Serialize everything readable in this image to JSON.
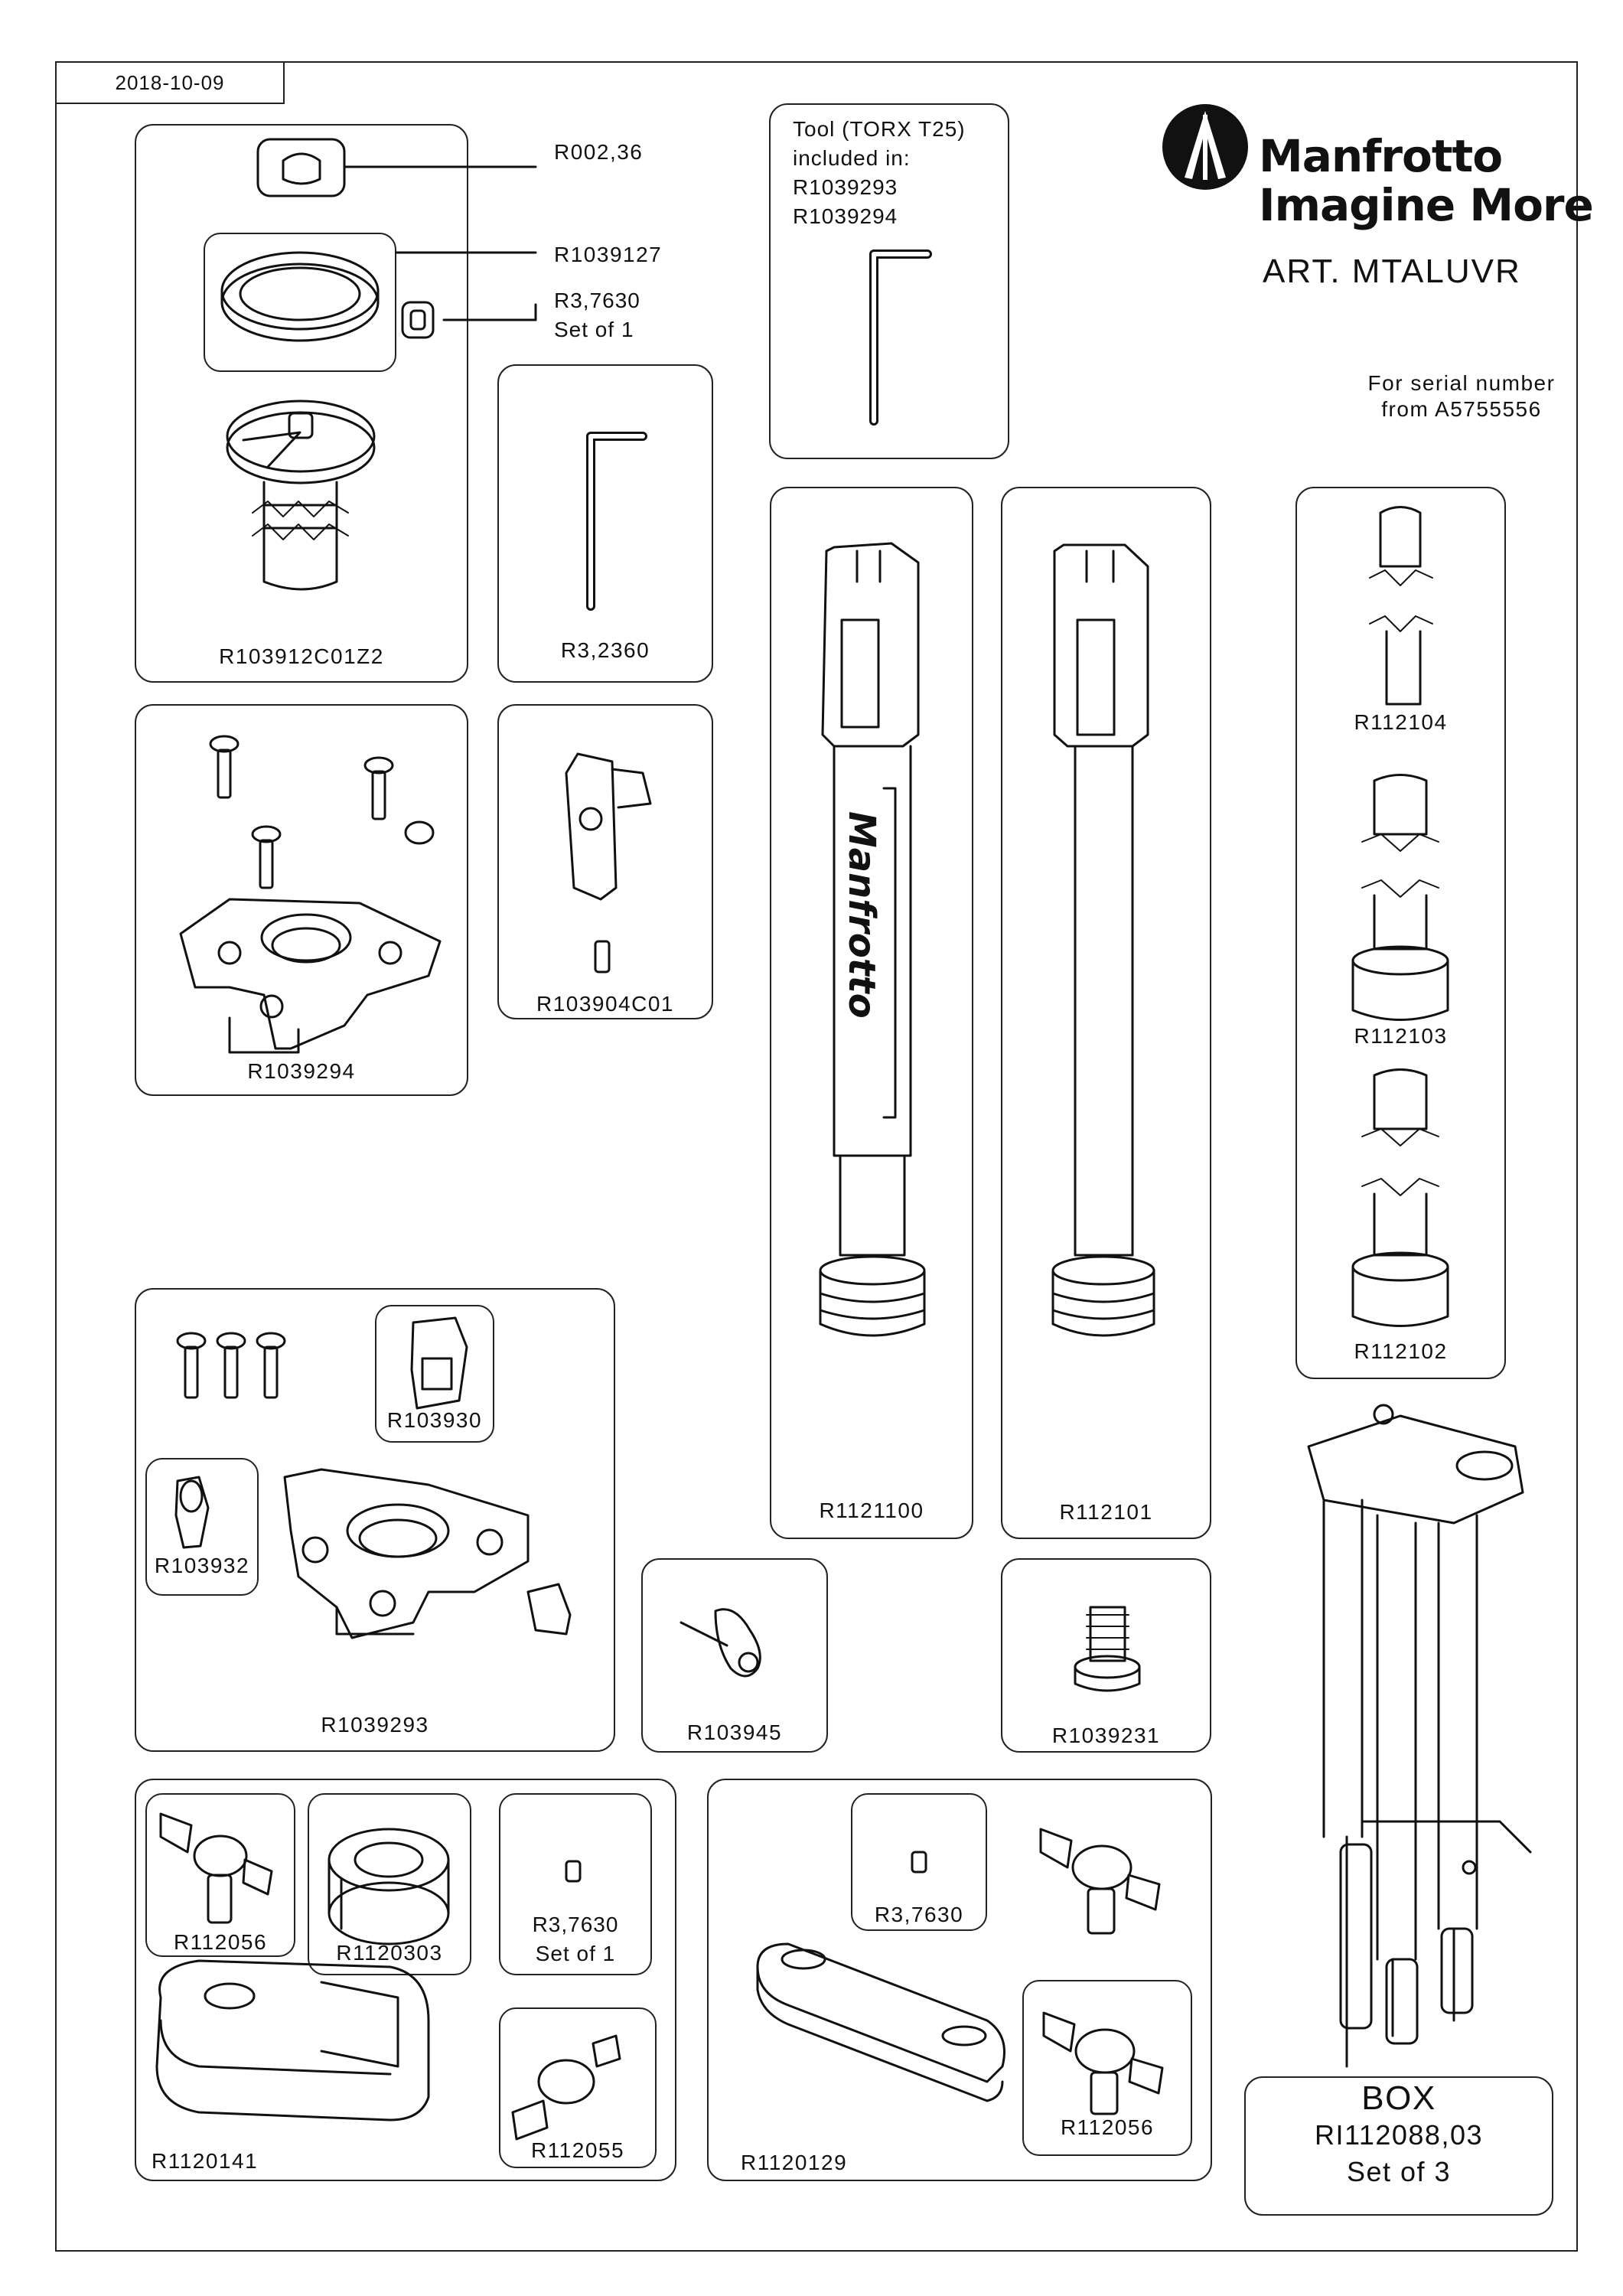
{
  "header": {
    "date": "2018-10-09",
    "brand_line1": "Manfrotto",
    "brand_line2": "Imagine More",
    "article": "ART. MTALUVR",
    "serial_line1": "For serial number",
    "serial_line2": "from A5755556"
  },
  "tool_note": {
    "line1": "Tool (TORX T25)",
    "line2": "included in:",
    "line3": "R1039293",
    "line4": "R1039294"
  },
  "parts": {
    "r002_36": "R002,36",
    "r1039127": "R1039127",
    "r3_7630_a": "R3,7630",
    "set_of_1_a": "Set of 1",
    "r103912c01z2": "R103912C01Z2",
    "r3_2360": "R3,2360",
    "r1039294": "R1039294",
    "r103904c01": "R103904C01",
    "r1121100": "R1121100",
    "r112101": "R112101",
    "r112104": "R112104",
    "r112103": "R112103",
    "r112102": "R112102",
    "r103930": "R103930",
    "r103932": "R103932",
    "r1039293": "R1039293",
    "r103945": "R103945",
    "r1039231": "R1039231",
    "r112056_a": "R112056",
    "r1120303": "R1120303",
    "r3_7630_b": "R3,7630",
    "set_of_1_b": "Set of 1",
    "r1120141": "R1120141",
    "r112055": "R112055",
    "r3_7630_c": "R3,7630",
    "r112056_b": "R112056",
    "r1120129": "R1120129"
  },
  "box": {
    "line1": "BOX",
    "line2": "RI112088,03",
    "line3": "Set of 3"
  },
  "icons": [
    "manfrotto-logo-icon",
    "torx-key-icon",
    "hex-key-icon",
    "knob-icon",
    "ring-icon",
    "set-screw-icon",
    "screw-icon",
    "leg-tube-icon",
    "tripod-icon"
  ]
}
